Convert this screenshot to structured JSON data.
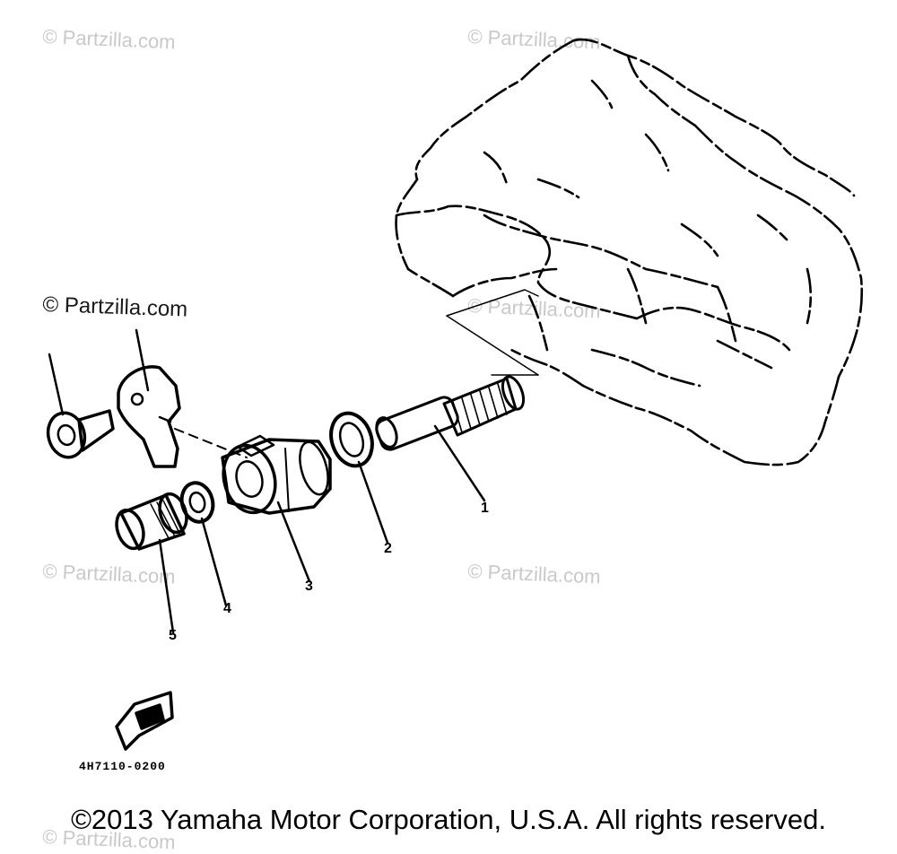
{
  "watermarks": {
    "w1": "© Partzilla.com",
    "w2": "© Partzilla.com",
    "w3": "© Partzilla.com",
    "w4": "© Partzilla.com",
    "w5": "© Partzilla.com",
    "w6": "© Partzilla.com",
    "w7": "© Partzilla.com"
  },
  "callouts": [
    "1",
    "2",
    "3",
    "4",
    "5"
  ],
  "diagram_code": "4H7110-0200",
  "copyright": "©2013 Yamaha Motor Corporation, U.S.A. All rights reserved.",
  "colors": {
    "ink": "#000000",
    "watermark": "#c9c9c9",
    "background": "#ffffff"
  }
}
